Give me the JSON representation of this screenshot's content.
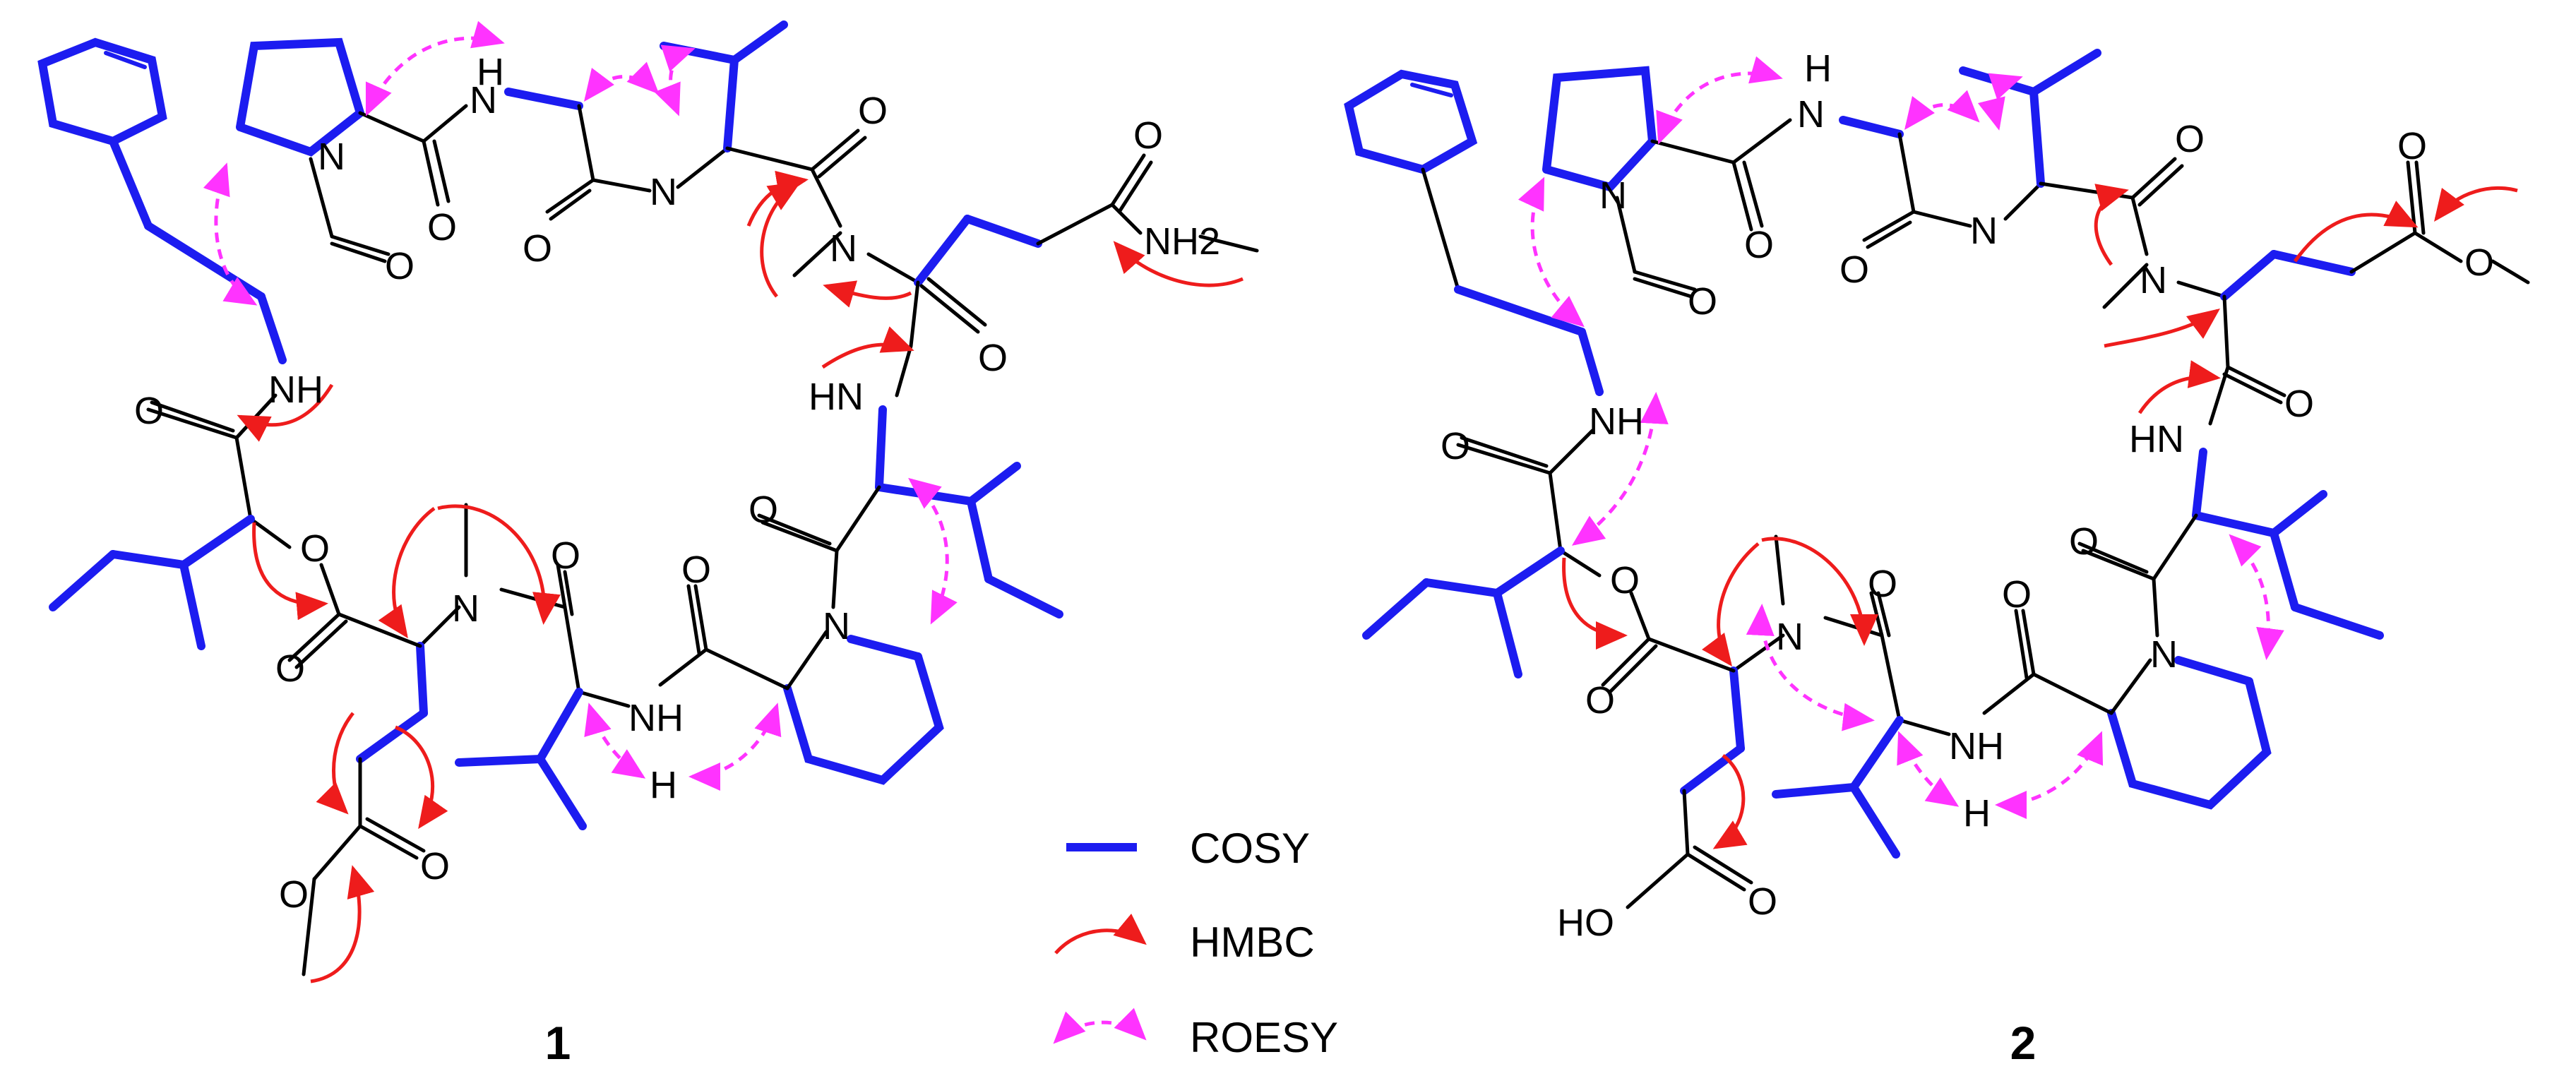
{
  "colors": {
    "bond": "#000000",
    "cosy": "#1c1cf0",
    "hmbc": "#ee1c1c",
    "roesy": "#ff33ff"
  },
  "compounds": [
    {
      "number": "1",
      "atoms": {
        "nh_top": "H",
        "n_top": "N",
        "nh": "NH",
        "nh2": "NH2",
        "o": "O",
        "hn": "HN",
        "n": "N",
        "h": "H"
      }
    },
    {
      "number": "2",
      "atoms": {
        "nh_top": "H",
        "n_top": "N",
        "nh": "NH",
        "ho": "HO",
        "o": "O",
        "hn": "HN",
        "n": "N",
        "h": "H"
      }
    }
  ],
  "legend": [
    {
      "label": "COSY",
      "style": "bold-line",
      "icon": "cosy-line-icon"
    },
    {
      "label": "HMBC",
      "style": "curved-arrow",
      "icon": "hmbc-arrow-icon"
    },
    {
      "label": "ROESY",
      "style": "dashed-double-arrow",
      "icon": "roesy-arrow-icon"
    }
  ]
}
